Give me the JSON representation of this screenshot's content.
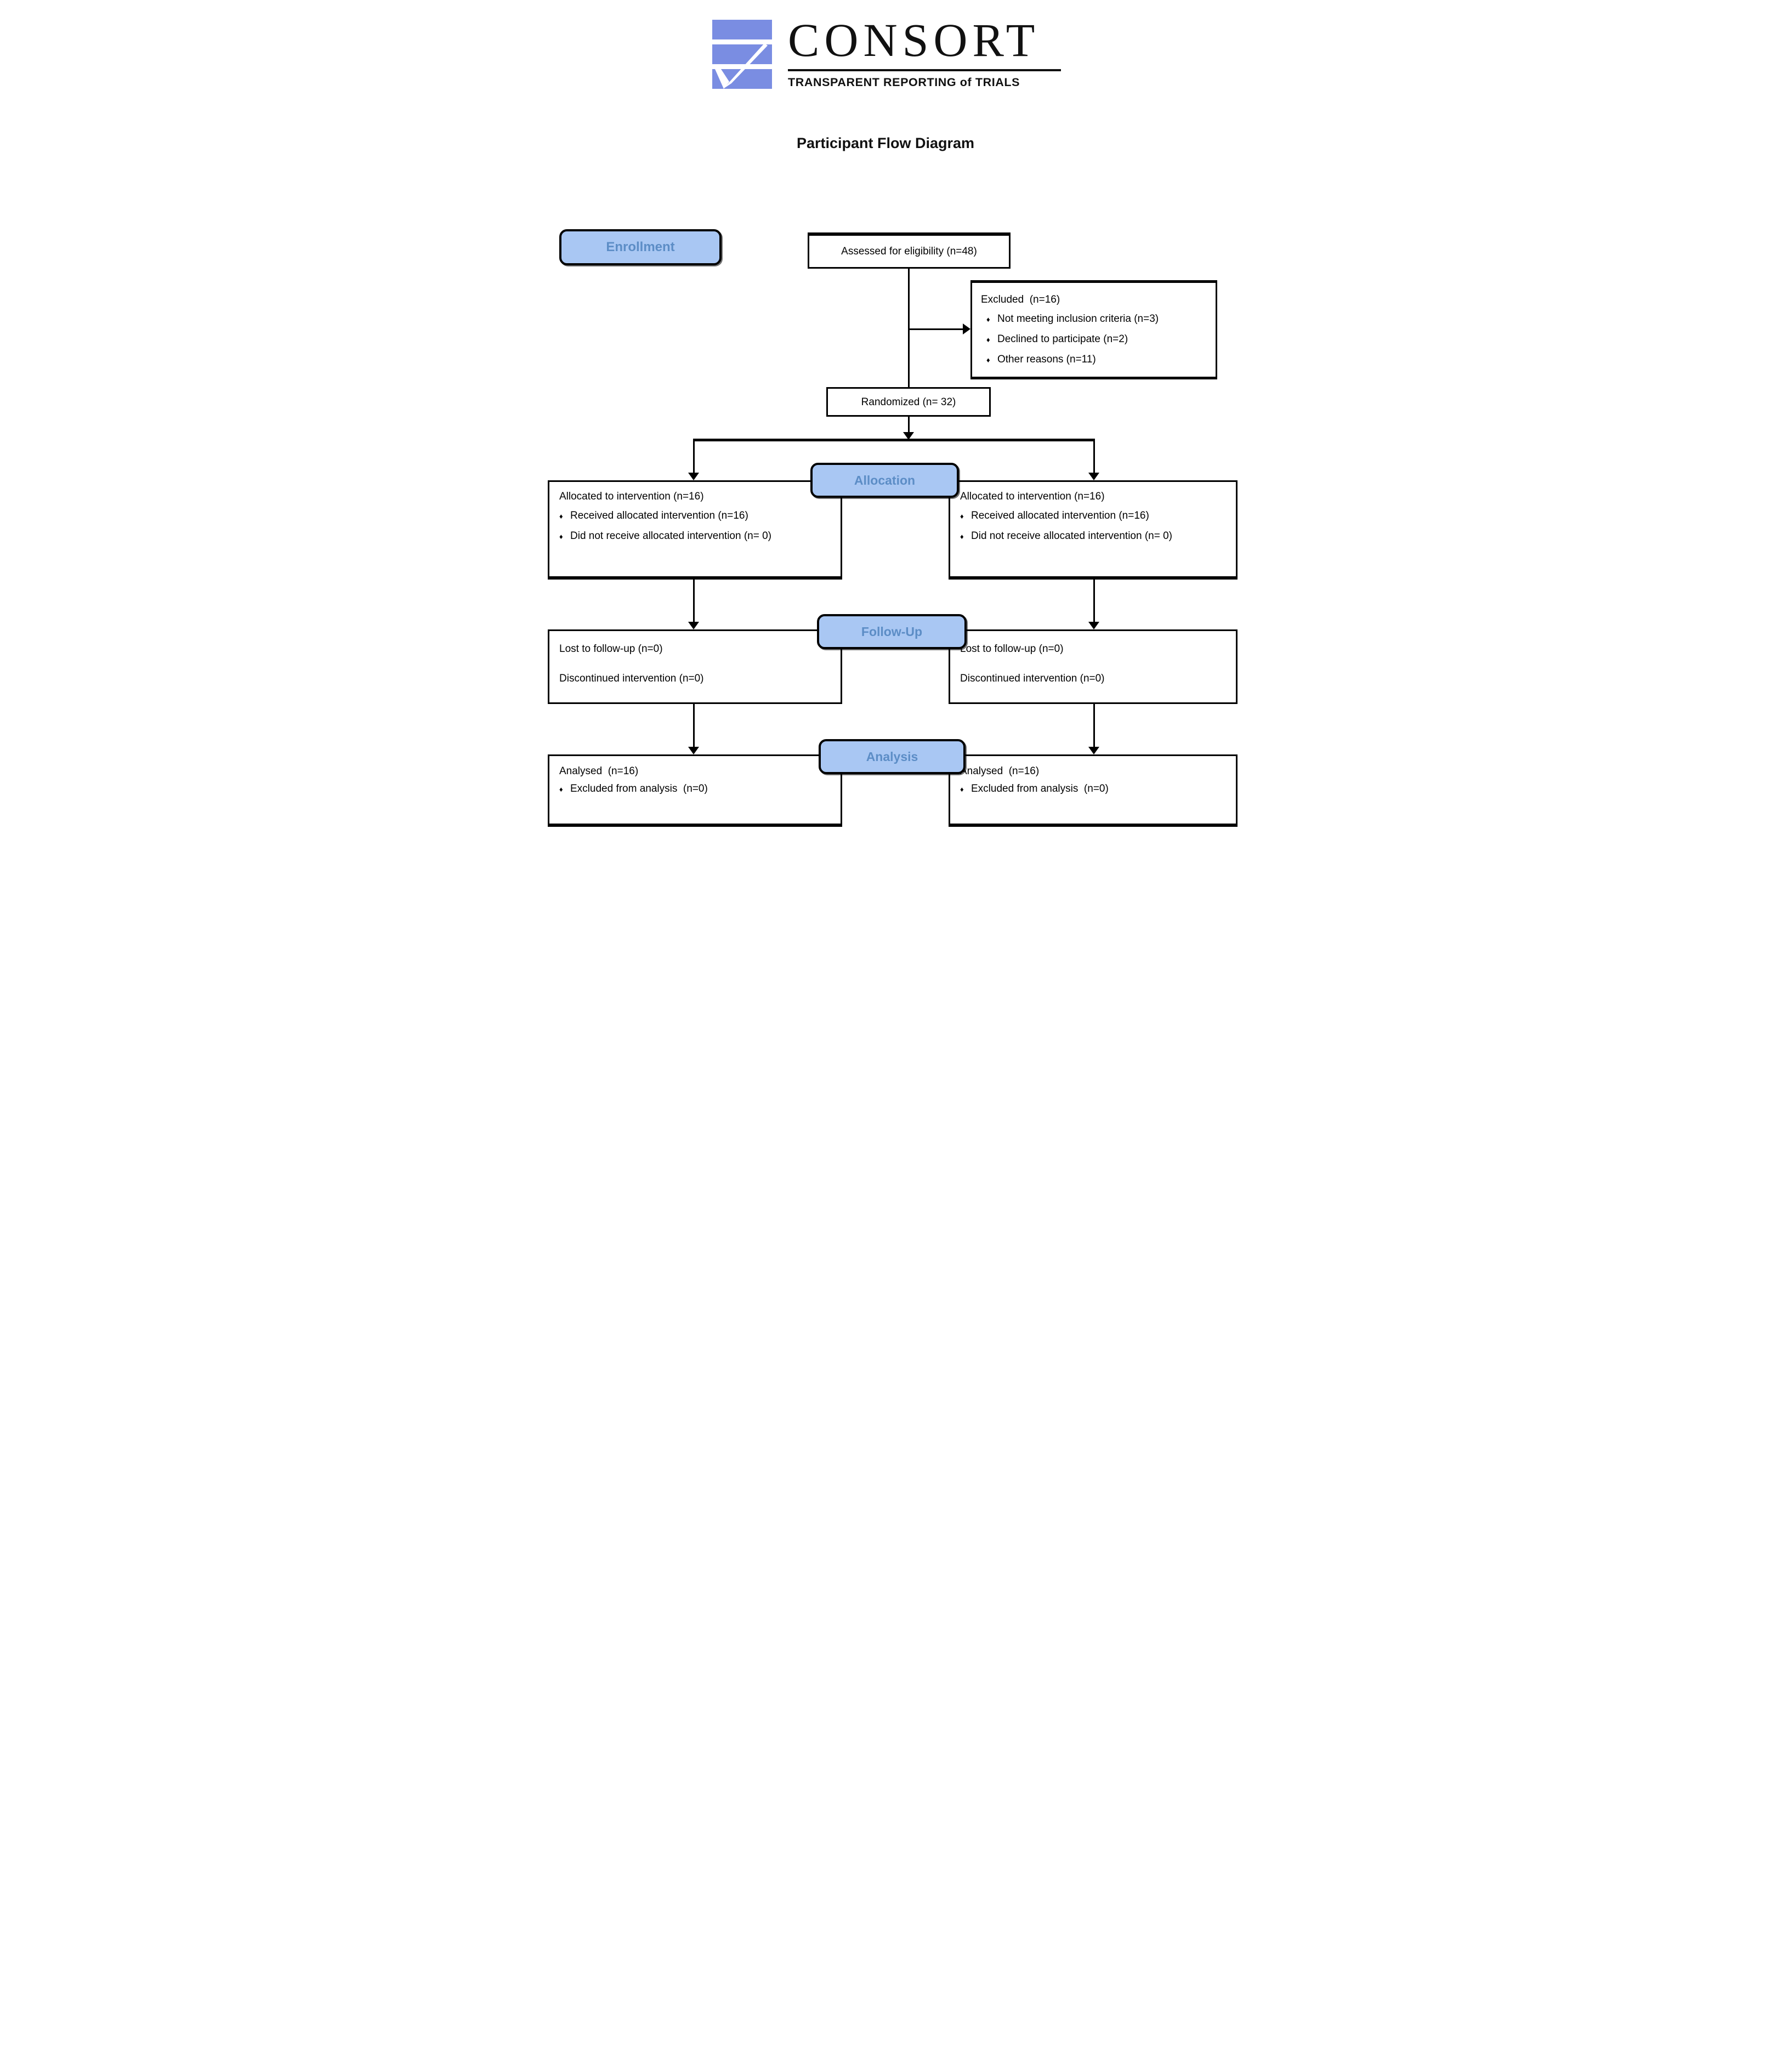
{
  "logo": {
    "wordmark": "CONSORT",
    "subtitle": "TRANSPARENT REPORTING of TRIALS",
    "icon": "consort-checkmark-logo"
  },
  "title": "Participant Flow Diagram",
  "bullet_char": "♦",
  "labels": {
    "enrollment": "Enrollment",
    "allocation": "Allocation",
    "followup": "Follow-Up",
    "analysis": "Analysis"
  },
  "boxes": {
    "assessed": {
      "text": "Assessed for eligibility (n=48)"
    },
    "excluded": {
      "heading": "Excluded  (n=16)",
      "bullets": [
        "Not meeting inclusion criteria (n=3)",
        "Declined to participate (n=2)",
        "Other reasons (n=11)"
      ]
    },
    "randomized": {
      "text": "Randomized (n= 32)"
    },
    "allocation_left": {
      "heading": "Allocated to intervention (n=16)",
      "bullets": [
        "Received allocated intervention (n=16)",
        "Did not receive allocated intervention (n= 0)"
      ]
    },
    "allocation_right": {
      "heading": "Allocated to intervention (n=16)",
      "bullets": [
        "Received allocated intervention (n=16)",
        "Did not receive allocated intervention (n= 0)"
      ]
    },
    "followup_left": {
      "lines": [
        "Lost to follow-up (n=0)",
        "Discontinued intervention (n=0)"
      ]
    },
    "followup_right": {
      "lines": [
        "Lost to follow-up (n=0)",
        "Discontinued intervention (n=0)"
      ]
    },
    "analysis_left": {
      "heading": "Analysed  (n=16)",
      "bullets": [
        "Excluded from analysis  (n=0)"
      ]
    },
    "analysis_right": {
      "heading": "Analysed  (n=16)",
      "bullets": [
        "Excluded from analysis  (n=0)"
      ]
    }
  },
  "colors": {
    "logo_blue": "#7a8de2",
    "stage_fill": "#a9c7f3",
    "stage_text": "#5c8dc6",
    "line": "#000000"
  }
}
